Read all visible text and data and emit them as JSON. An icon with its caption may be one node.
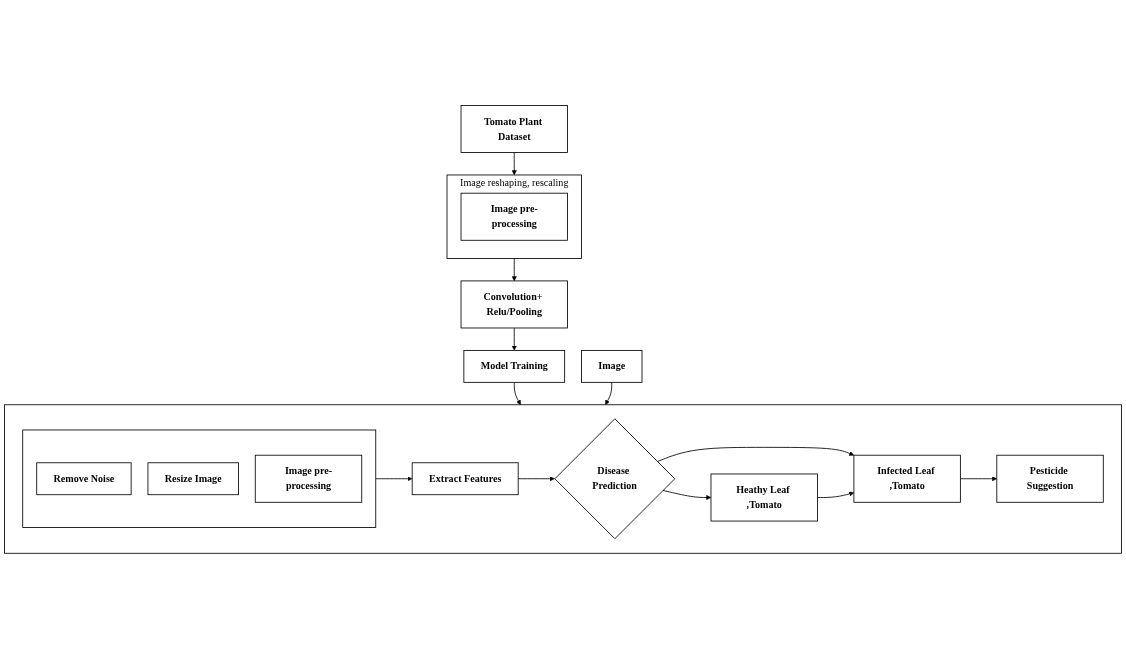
{
  "diagram": {
    "nodes": [
      {
        "text": [
          "Tomato Plant Dataset"
        ]
      },
      {
        "text": [
          "Image reshaping, rescaling"
        ]
      },
      {
        "text": [
          "Image pre-processing"
        ],
        "in": 1
      },
      {
        "text": [
          "Convolution+ Relu/Pooling"
        ]
      },
      {
        "text": [
          "Model Training"
        ]
      },
      {
        "text": [],
        "shape": "box"
      },
      {
        "text": [
          "Image"
        ]
      },
      {
        "text": [],
        "shape": "box",
        "in": 5
      },
      {
        "text": [
          "Remove Noise"
        ],
        "in": 7
      },
      {
        "text": [
          "Resize Image"
        ],
        "in": 7
      },
      {
        "text": [
          "Image pre-processing"
        ],
        "in": 7
      },
      {
        "text": [
          "Extract Features"
        ],
        "in": 5
      },
      {
        "text": [
          "Disease Prediction"
        ],
        "in": 5
      },
      {
        "text": [
          "Heathy Leaf ,Tomato"
        ],
        "in": 5
      },
      {
        "text": [
          "Infected Leaf ,Tomato"
        ],
        "in": 5
      },
      {
        "text": [
          "Pesticide Suggestion"
        ],
        "in": 5
      }
    ],
    "edges": [
      {
        "from": 0,
        "to": 1,
        "arrow": "to"
      },
      {
        "from": 1,
        "to": 3,
        "arrow": "to"
      },
      {
        "from": 3,
        "to": 4,
        "arrow": "to"
      },
      {
        "from": 4,
        "to": 5,
        "arrow": "to"
      },
      {
        "from": 6,
        "to": 5,
        "arrow": "to"
      },
      {
        "from": 7,
        "to": 11,
        "arrow": "to"
      },
      {
        "from": 11,
        "to": 12,
        "arrow": "to"
      },
      {
        "from": 12,
        "to": 13,
        "arrow": "to"
      },
      {
        "from": 12,
        "to": 14,
        "arrow": "to"
      },
      {
        "from": 13,
        "to": 14,
        "arrow": "to"
      },
      {
        "from": 14,
        "to": 15,
        "arrow": "to"
      }
    ]
  }
}
